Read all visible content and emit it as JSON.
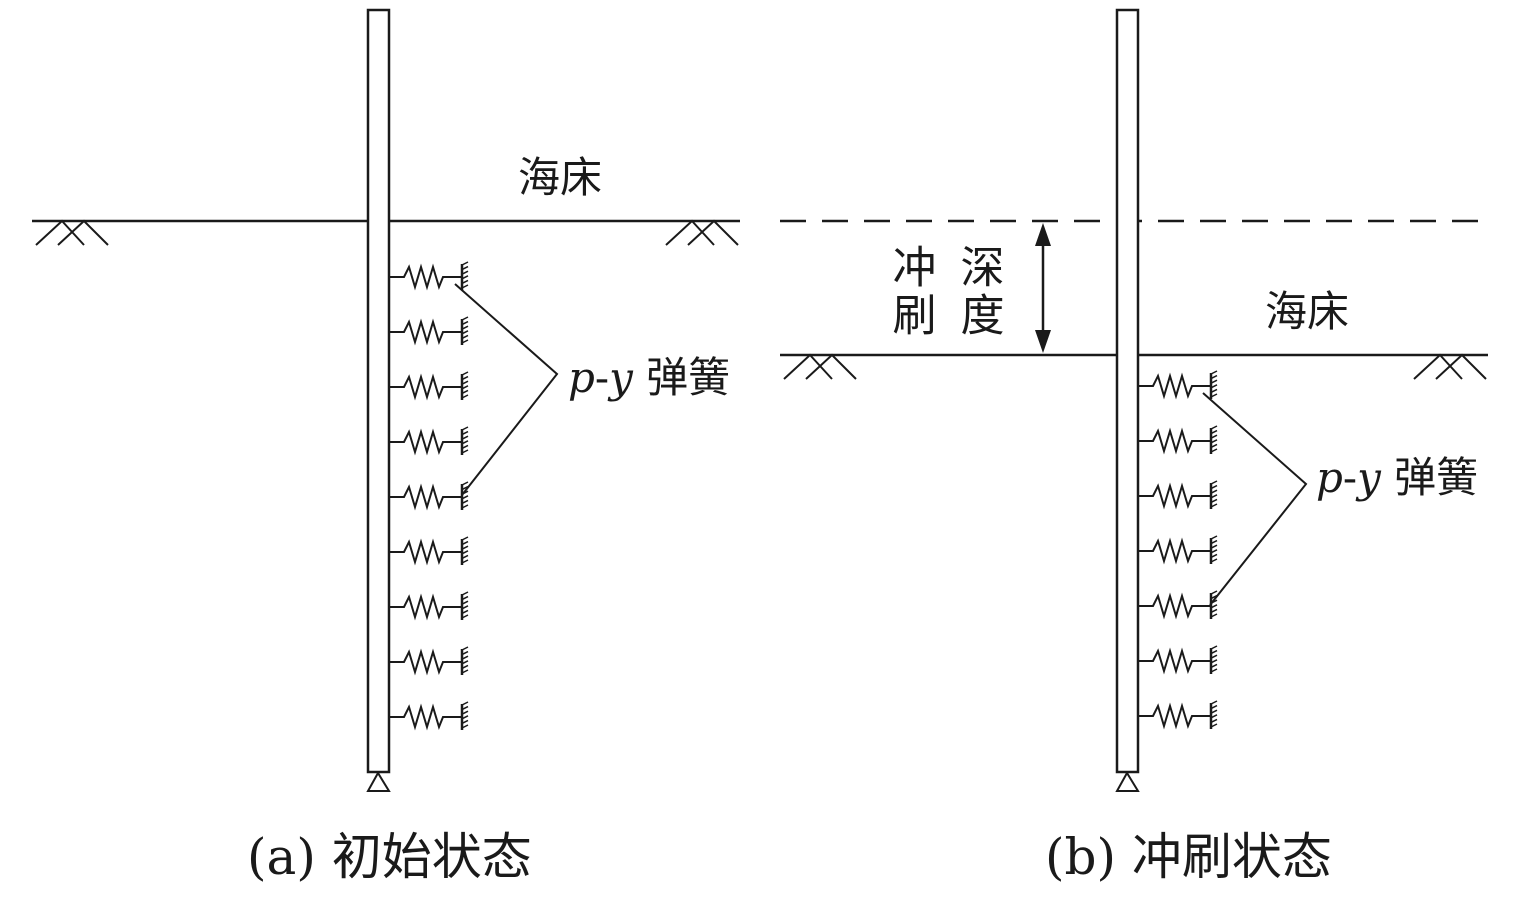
{
  "panels": [
    {
      "id": "a",
      "seabed_label": "海床",
      "spring_label_italic": "p",
      "spring_label_dash": "-",
      "spring_label_italic2": "y",
      "spring_label_text": " 弹簧",
      "caption": "(a) 初始状态",
      "spring_count": 9
    },
    {
      "id": "b",
      "seabed_label": "海床",
      "spring_label_italic": "p",
      "spring_label_dash": "-",
      "spring_label_italic2": "y",
      "spring_label_text": " 弹簧",
      "caption": "(b) 冲刷状态",
      "spring_count": 7,
      "scour_label_col1": "冲刷",
      "scour_label_col2": "深度"
    }
  ],
  "colors": {
    "line": "#1a1a1a"
  },
  "icons": [
    "ground-hatch-icon",
    "pin-support-icon",
    "spring-icon",
    "double-arrow-icon"
  ]
}
